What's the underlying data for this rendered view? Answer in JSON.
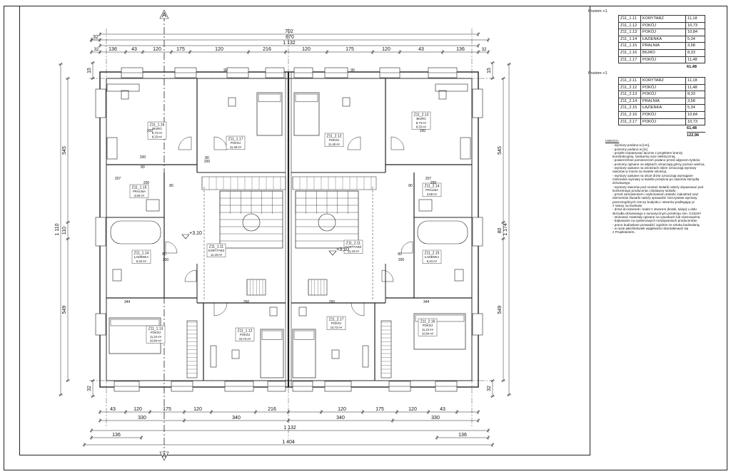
{
  "dims": {
    "top_total": "702",
    "top_inner": "670",
    "top_axis": "1 132",
    "top_segments": [
      "32",
      "136",
      "43",
      "120",
      "175",
      "120",
      "216",
      "120",
      "175",
      "120",
      "43",
      "136",
      "32"
    ],
    "top_inner_left": "670",
    "bottom_segments": [
      "43",
      "120",
      "175",
      "120",
      "216",
      "120",
      "175",
      "120",
      "43"
    ],
    "bottom_mid": [
      "330",
      "340",
      "340",
      "330"
    ],
    "bottom_axis": "1 132",
    "bottom_136": [
      "136",
      "136"
    ],
    "bottom_total": "1 404",
    "left_vertical": [
      "545",
      "110",
      "549"
    ],
    "left_total": "1 110",
    "right_vertical": [
      "545",
      "549"
    ],
    "right_total": "1 174",
    "side_small": [
      "15",
      "32",
      "80",
      "80",
      "80",
      "32",
      "15"
    ],
    "door_widths": [
      "80",
      "200",
      "80",
      "200",
      "80",
      "200",
      "80",
      "200",
      "207",
      "207",
      "200",
      "80",
      "344",
      "344",
      "260",
      "260",
      "200",
      "80",
      "200",
      "80",
      "90",
      "90"
    ],
    "levels": [
      "+3,10",
      "+3,10"
    ]
  },
  "rooms": [
    {
      "code": "Z11_1.16",
      "name": "BIURO",
      "area1": "8,73 m²",
      "area2": "8,33 m²"
    },
    {
      "code": "Z11_1.17",
      "name": "POKÓJ",
      "area1": "11,48 m²"
    },
    {
      "code": "Z11_2.12",
      "name": "POKÓJ",
      "area1": "11,48 m²"
    },
    {
      "code": "Z11_2.13",
      "name": "BIURO",
      "area1": "8,73 m²",
      "area2": "8,33 m²"
    },
    {
      "code": "Z11_1.15",
      "name": "PRALNIA",
      "area1": "3,58 m²"
    },
    {
      "code": "Z11_2.14",
      "name": "PRALNIA",
      "area1": "3,58 m²"
    },
    {
      "code": "Z11_1.11",
      "name": "KORYTARZ",
      "area1": "11,18 m²"
    },
    {
      "code": "Z11_2.11",
      "name": "KORYTARZ",
      "area1": "11,18 m²"
    },
    {
      "code": "Z11_1.14",
      "name": "ŁAZIENKA",
      "area1": "5,34 m²"
    },
    {
      "code": "Z11_2.15",
      "name": "ŁAZIENKA",
      "area1": "5,34 m²"
    },
    {
      "code": "Z11_1.13",
      "name": "POKÓJ",
      "area1": "11,24 m²",
      "area2": "10,84 m²"
    },
    {
      "code": "Z11_1.12",
      "name": "POKÓJ",
      "area1": "10,73 m²"
    },
    {
      "code": "Z11_2.17",
      "name": "POKÓJ",
      "area1": "10,73 m²"
    },
    {
      "code": "Z11_2.16",
      "name": "POKÓJ",
      "area1": "11,24 m²",
      "area2": "10,84 m²"
    }
  ],
  "table1": {
    "header": "Poziom +1",
    "rows": [
      [
        "Z11_1.11",
        "KORYTARZ",
        "11,18"
      ],
      [
        "Z11_1.12",
        "POKÓJ",
        "10,73"
      ],
      [
        "Z11_1.13",
        "POKÓJ",
        "10,84"
      ],
      [
        "Z11_1.14",
        "ŁAZIENKA",
        "5,34"
      ],
      [
        "Z11_1.15",
        "PRALNIA",
        "3,58"
      ],
      [
        "Z11_1.16",
        "BIURO",
        "8,33"
      ],
      [
        "Z11_1.17",
        "POKÓJ",
        "11,48"
      ]
    ],
    "sum": "61,48"
  },
  "table2": {
    "header": "Poziom +1",
    "rows": [
      [
        "Z11_2.11",
        "KORYTARZ",
        "11,18"
      ],
      [
        "Z11_2.12",
        "POKÓJ",
        "11,48"
      ],
      [
        "Z11_2.13",
        "POKÓJ",
        "8,33"
      ],
      [
        "Z11_2.14",
        "PRALNIA",
        "3,58"
      ],
      [
        "Z11_2.15",
        "ŁAZIENKA",
        "5,34"
      ],
      [
        "Z11_2.16",
        "POKÓJ",
        "10,84"
      ],
      [
        "Z11_2.17",
        "POKÓJ",
        "10,73"
      ]
    ],
    "sum": "61,48",
    "total": "122,96"
  },
  "notes": {
    "title": "UWAGA:",
    "lines": [
      "- wymiary podano w [cm],",
      "- poziomy podano w [m]",
      "- projekt rozpatrywać łącznie z projektem branży",
      "konstrukcyjnej, sanitarnej oraz elektrycznej,",
      "- powierzchnie pomieszczeń podano przed odjęciem tynków",
      "- poziomy opisane na attykach oznaczają górny poziom wieńca,",
      "- wymiary opisane na ościeżach okien oznaczają wymiary",
      "otworów w murze (w świetle ościeży),",
      "- wymiary opisane na oście drzwi oznaczają wymagane",
      "minimalne wymiary w świetle przejścia po otworów skrzydła",
      "drzwiowego,",
      "- wymiary otworów pod montaż stolarki należy dopasować pod",
      "konkretnego producenta i dostawcę stolarki,",
      "- przed zamówieniem i wykonaniem stolarki, balustrad oraz",
      "elementów ślusarki należy sprawdzić rzeczywiste wymiary",
      "poszczególnych rzeczy budynku i otworów podlegając je",
      "z natury na budowie,",
      "- drzwi do łazienek i toalet z otworem (kratki, tuleja) u dołu",
      "skrzydła drzwiowego o sumarycznym przekroju min. 0,022m²",
      "- stosować materiały opisane na rysunkach lub równoważne,",
      "- bajtowanie na systemowych rozwiązaniach producentów.",
      "- prace budowlane prowadzić zgodnie ze sztuką budowlaną,",
      "- w razie jakichkolwiek wątpliwości skontaktować się",
      "z Projektantem."
    ]
  },
  "section_marks": [
    "A",
    "A"
  ],
  "chart_data": null
}
